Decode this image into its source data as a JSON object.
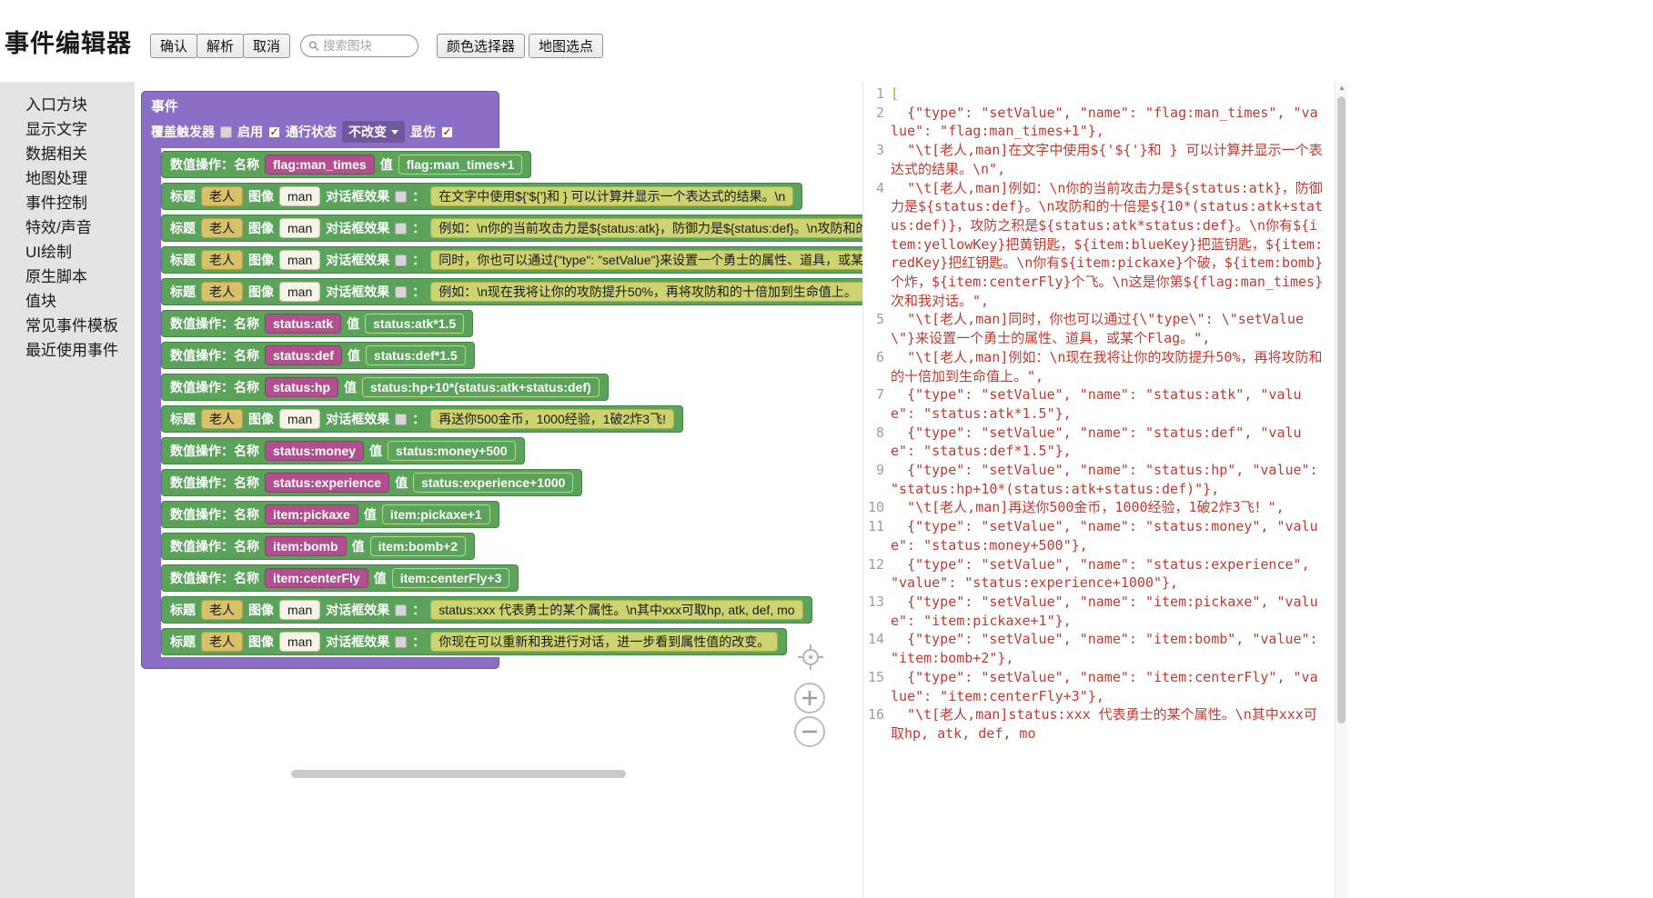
{
  "header": {
    "title": "事件编辑器",
    "confirm": "确认",
    "parse": "解析",
    "cancel": "取消",
    "search_placeholder": "搜索图块",
    "color_picker": "颜色选择器",
    "map_point": "地图选点"
  },
  "toolbox": {
    "items": [
      "入口方块",
      "显示文字",
      "数据相关",
      "地图处理",
      "事件控制",
      "特效/声音",
      "UI绘制",
      "原生脚本",
      "值块",
      "常见事件模板",
      "最近使用事件"
    ]
  },
  "workspace": {
    "event_block": {
      "title": "事件",
      "trigger_label": "覆盖触发器",
      "trigger_checked": false,
      "enable_label": "启用",
      "enable_checked": true,
      "pass_label": "通行状态",
      "pass_value": "不改变",
      "damage_label": "显伤",
      "damage_checked": true
    },
    "labels": {
      "setvalue": "数值操作：名称",
      "value": "值",
      "title": "标题",
      "image": "图像",
      "effect": "对话框效果",
      "colon": "："
    },
    "blocks": [
      {
        "kind": "sv",
        "name": "flag:man_times",
        "value": "flag:man_times+1"
      },
      {
        "kind": "tx",
        "title": "老人",
        "image": "man",
        "text": "在文字中使用${'${'}和 } 可以计算并显示一个表达式的结果。\\n"
      },
      {
        "kind": "tx",
        "title": "老人",
        "image": "man",
        "text": "例如：\\n你的当前攻击力是${status:atk}，防御力是${status:def}。\\n攻防和的十倍是${10*(status:atk+status:def)}，攻防之积是${status:atk*status:def}。"
      },
      {
        "kind": "tx",
        "title": "老人",
        "image": "man",
        "text": "同时，你也可以通过{\"type\": \"setValue\"}来设置一个勇士的属性、道具，或某个Flag。"
      },
      {
        "kind": "tx",
        "title": "老人",
        "image": "man",
        "text": "例如：\\n现在我将让你的攻防提升50%，再将攻防和的十倍加到生命值上。"
      },
      {
        "kind": "sv",
        "name": "status:atk",
        "value": "status:atk*1.5"
      },
      {
        "kind": "sv",
        "name": "status:def",
        "value": "status:def*1.5"
      },
      {
        "kind": "sv",
        "name": "status:hp",
        "value": "status:hp+10*(status:atk+status:def)"
      },
      {
        "kind": "tx",
        "title": "老人",
        "image": "man",
        "text": "再送你500金币，1000经验，1破2炸3飞!"
      },
      {
        "kind": "sv",
        "name": "status:money",
        "value": "status:money+500"
      },
      {
        "kind": "sv",
        "name": "status:experience",
        "value": "status:experience+1000"
      },
      {
        "kind": "sv",
        "name": "item:pickaxe",
        "value": "item:pickaxe+1"
      },
      {
        "kind": "sv",
        "name": "item:bomb",
        "value": "item:bomb+2"
      },
      {
        "kind": "sv",
        "name": "item:centerFly",
        "value": "item:centerFly+3"
      },
      {
        "kind": "tx",
        "title": "老人",
        "image": "man",
        "text": "status:xxx 代表勇士的某个属性。\\n其中xxx可取hp, atk, def, mo"
      },
      {
        "kind": "tx",
        "title": "老人",
        "image": "man",
        "text": "你现在可以重新和我进行对话，进一步看到属性值的改变。"
      }
    ]
  },
  "code": {
    "lines": [
      {
        "n": 1,
        "t": "[",
        "cls": "bracket"
      },
      {
        "n": 2,
        "t": "  {\"type\": \"setValue\", \"name\": \"flag:man_times\", \"value\": \"flag:man_times+1\"},"
      },
      {
        "n": 3,
        "t": "  \"\\t[老人,man]在文字中使用${'${'}和 } 可以计算并显示一个表达式的结果。\\n\","
      },
      {
        "n": 4,
        "t": "  \"\\t[老人,man]例如：\\n你的当前攻击力是${status:atk}，防御力是${status:def}。\\n攻防和的十倍是${10*(status:atk+status:def)}，攻防之积是${status:atk*status:def}。\\n你有${item:yellowKey}把黄钥匙，${item:blueKey}把蓝钥匙，${item:redKey}把红钥匙。\\n你有${item:pickaxe}个破，${item:bomb}个炸，${item:centerFly}个飞。\\n这是你第${flag:man_times}次和我对话。\","
      },
      {
        "n": 5,
        "t": "  \"\\t[老人,man]同时，你也可以通过{\\\"type\\\": \\\"setValue\\\"}来设置一个勇士的属性、道具，或某个Flag。\","
      },
      {
        "n": 6,
        "t": "  \"\\t[老人,man]例如：\\n现在我将让你的攻防提升50%，再将攻防和的十倍加到生命值上。\","
      },
      {
        "n": 7,
        "t": "  {\"type\": \"setValue\", \"name\": \"status:atk\", \"value\": \"status:atk*1.5\"},"
      },
      {
        "n": 8,
        "t": "  {\"type\": \"setValue\", \"name\": \"status:def\", \"value\": \"status:def*1.5\"},"
      },
      {
        "n": 9,
        "t": "  {\"type\": \"setValue\", \"name\": \"status:hp\", \"value\": \"status:hp+10*(status:atk+status:def)\"},"
      },
      {
        "n": 10,
        "t": "  \"\\t[老人,man]再送你500金币，1000经验，1破2炸3飞！\","
      },
      {
        "n": 11,
        "t": "  {\"type\": \"setValue\", \"name\": \"status:money\", \"value\": \"status:money+500\"},"
      },
      {
        "n": 12,
        "t": "  {\"type\": \"setValue\", \"name\": \"status:experience\", \"value\": \"status:experience+1000\"},"
      },
      {
        "n": 13,
        "t": "  {\"type\": \"setValue\", \"name\": \"item:pickaxe\", \"value\": \"item:pickaxe+1\"},"
      },
      {
        "n": 14,
        "t": "  {\"type\": \"setValue\", \"name\": \"item:bomb\", \"value\": \"item:bomb+2\"},"
      },
      {
        "n": 15,
        "t": "  {\"type\": \"setValue\", \"name\": \"item:centerFly\", \"value\": \"item:centerFly+3\"},"
      },
      {
        "n": 16,
        "t": "  \"\\t[老人,man]status:xxx 代表勇士的某个属性。\\n其中xxx可取hp, atk, def, mo"
      }
    ]
  },
  "colors": {
    "purple": "#8b6ec5",
    "purple_border": "#6d55a6",
    "green": "#5ba25b",
    "green_border": "#3f8a43",
    "pink": "#b1508e",
    "pink_border": "#8e3c71",
    "expr_border": "#b9d98a",
    "tan": "#d8c169",
    "olive": "#ccd36f",
    "code_red": "#c03a2f",
    "code_orange": "#d9962f",
    "gutter": "#9e9e9e"
  }
}
